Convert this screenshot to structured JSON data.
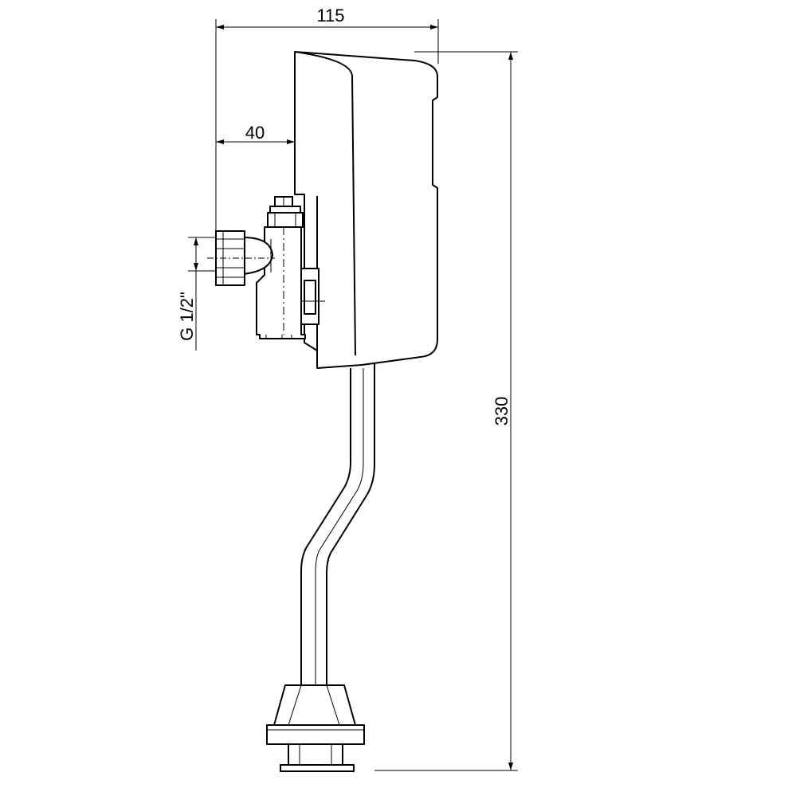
{
  "dimensions": {
    "width_label": "115",
    "offset_label": "40",
    "height_label": "330",
    "thread_label": "G 1/2\""
  },
  "colors": {
    "line": "#000000",
    "background": "#ffffff"
  }
}
